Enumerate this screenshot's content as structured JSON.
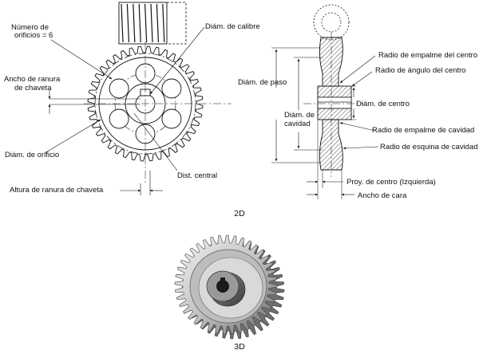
{
  "front_view": {
    "labels": {
      "num_holes_line1": "Número de",
      "num_holes_line2": "orificios = 6",
      "bore_diameter": "Diám. de calibre",
      "keyway_width_line1": "Ancho de ranura",
      "keyway_width_line2": "de chaveta",
      "hole_diameter": "Diám. de orificio",
      "central_distance": "Dist. central",
      "keyway_height": "Altura de ranura de chaveta"
    }
  },
  "side_view": {
    "labels": {
      "hub_fillet_radius": "Radio de empalme del centro",
      "hub_angle_radius": "Radio de ángulo del centro",
      "pitch_diameter": "Diám. de paso",
      "hub_diameter": "Diám. de centro",
      "cavity_diameter_line1": "Diám. de",
      "cavity_diameter_line2": "cavidad",
      "cavity_fillet_radius": "Radio de empalme de cavidad",
      "cavity_corner_radius": "Radio de esquina de cavidad",
      "hub_projection": "Proy. de centro (Izquierda)",
      "face_width": "Ancho de cara"
    }
  },
  "captions": {
    "view_2d": "2D",
    "view_3d": "3D"
  },
  "colors": {
    "line": "#111111",
    "gear_face": "#cfcfcf",
    "gear_shadow": "#7a7a7a",
    "gear_highlight": "#eeeeee"
  }
}
